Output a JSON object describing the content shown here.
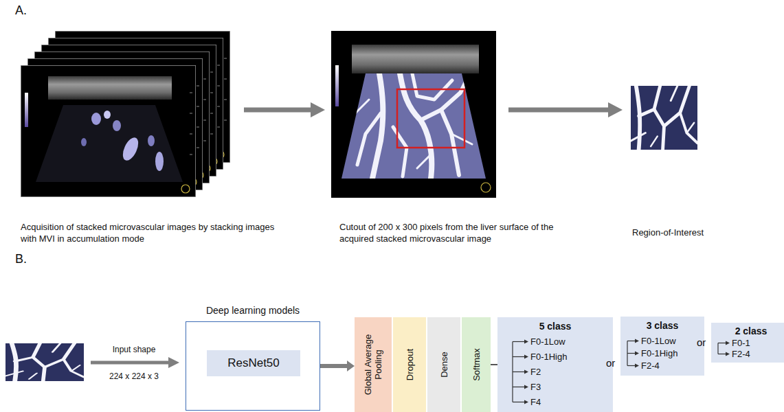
{
  "diagram": {
    "nodes": [
      {
        "text": [
          "Deep learning models"
        ]
      },
      {
        "text": [
          "ResNet50"
        ],
        "in": 0
      },
      {
        "text": [
          "Global Average Pooling"
        ]
      },
      {
        "text": [
          "Dropout"
        ]
      },
      {
        "text": [
          "Dense"
        ]
      },
      {
        "text": [
          "Softmax"
        ]
      },
      {
        "text": [
          "5 class",
          "F0-1Low",
          "F0-1High",
          "F2",
          "F3",
          "F4"
        ]
      },
      {
        "text": [
          "3 class",
          "F0-1Low",
          "F0-1High",
          "F2-4"
        ]
      },
      {
        "text": [
          "2 class",
          "F0-1",
          "F2-4"
        ]
      }
    ],
    "edges": [
      {
        "from": 0,
        "to": 2,
        "arrow": "to"
      },
      {
        "from": 5,
        "to": 6,
        "arrow": "none"
      }
    ],
    "labels": [
      "A.",
      "Acquisition of stacked microvascular images by stacking images with MVI in accumulation mode",
      "Cutout of 200 x 300 pixels from the liver surface of the acquired stacked microvascular image",
      "Region-of-Interest",
      "B.",
      "Input shape",
      "224 x 224 x 3",
      "or",
      "or"
    ]
  }
}
